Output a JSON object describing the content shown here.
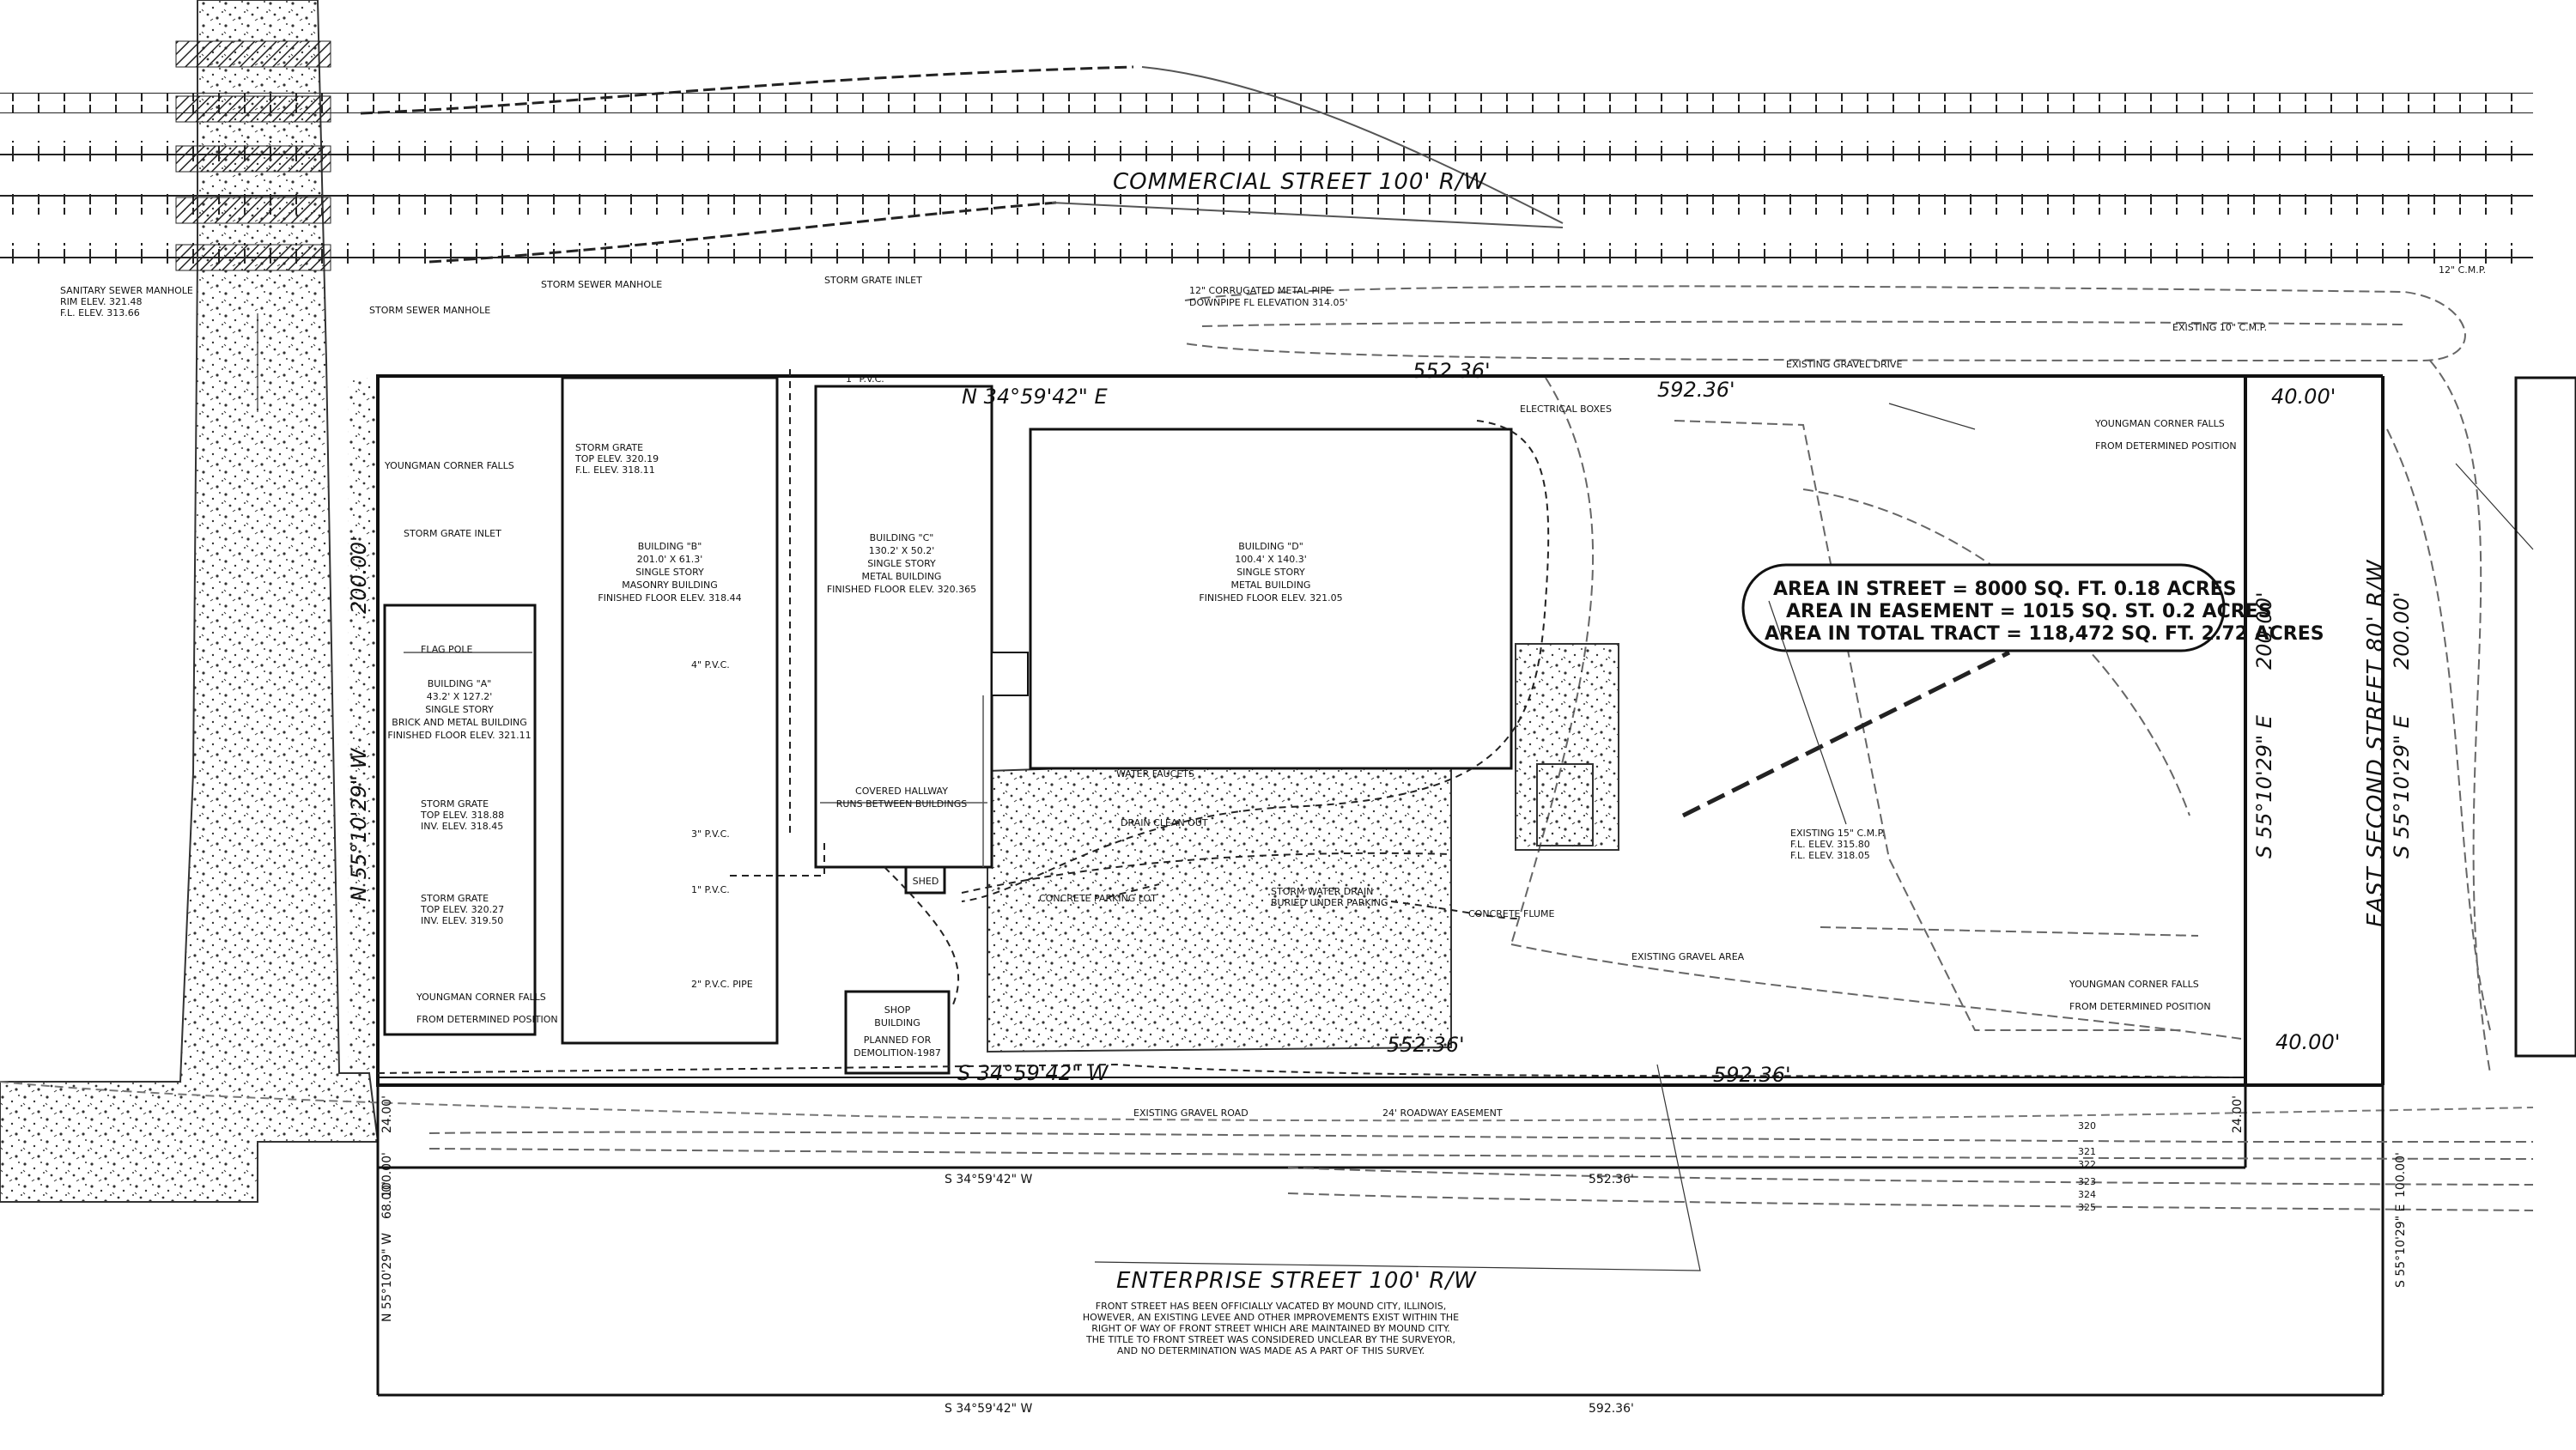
{
  "streets": {
    "commercial": "COMMERCIAL STREET  100'  R/W",
    "enterprise": "ENTERPRISE STREET  100'  R/W",
    "east_second": "EAST SECOND STREET  80'  R/W"
  },
  "bearings": {
    "north_top": "N 34°59'42\" E",
    "north_dist_inner": "552.36'",
    "north_dist_outer": "592.36'",
    "south_main": "S 34°59'42\" W",
    "south_dist_inner": "552.36'",
    "south_dist_outer": "592.36'",
    "west_side": "N 55°10'29\" W",
    "west_dist": "200.00'",
    "east_inner": "S 55°10'29\" E",
    "east_inner_dist": "200.00'",
    "east_outer": "S 55°10'29\" E",
    "east_outer_dist": "200.00'",
    "east_ne_width": "40.00'",
    "east_se_width": "40.00'",
    "lower_bearing": "S 34°59'42\" W",
    "lower_dist": "552.36'",
    "bottom_bearing": "S 34°59'42\" W",
    "bottom_dist": "592.36'",
    "left_lower_bearing": "N 55°10'29\" W",
    "left_lower_dist": "68.00'",
    "right_lower_bearing": "S 55°10'29\" E",
    "dim_24_left": "24.00'",
    "dim_24_right": "24.00'",
    "dim_100_left": "100.00'",
    "dim_100_right": "100.00'"
  },
  "area_box": {
    "line1": "AREA IN STREET = 8000 SQ. FT.  0.18 ACRES",
    "line2": "AREA IN EASEMENT = 1015 SQ. ST. 0.2 ACRES",
    "line3": "AREA IN TOTAL TRACT = 118,472 SQ. FT. 2.72 ACRES"
  },
  "buildings": {
    "a": [
      "BUILDING \"A\"",
      "43.2' X 127.2'",
      "SINGLE STORY",
      "BRICK AND METAL BUILDING",
      "FINISHED FLOOR ELEV. 321.11"
    ],
    "b": [
      "BUILDING \"B\"",
      "201.0' X 61.3'",
      "SINGLE STORY",
      "MASONRY BUILDING",
      "FINISHED FLOOR ELEV. 318.44"
    ],
    "c": [
      "BUILDING \"C\"",
      "130.2' X 50.2'",
      "SINGLE STORY",
      "METAL BUILDING",
      "FINISHED FLOOR ELEV. 320.365"
    ],
    "d": [
      "BUILDING \"D\"",
      "100.4' X 140.3'",
      "SINGLE STORY",
      "METAL BUILDING",
      "FINISHED FLOOR ELEV. 321.05"
    ],
    "shop": [
      "SHOP",
      "BUILDING",
      "PLANNED FOR",
      "DEMOLITION-1987"
    ],
    "shed": "SHED"
  },
  "labels": {
    "covered_hallway": "COVERED HALLWAY",
    "hallway_sub": "RUNS BETWEEN BUILDINGS",
    "flag_pole": "FLAG POLE",
    "storm_grate_1": "STORM GRATE",
    "storm_grate_1_top": "TOP ELEV. 318.88",
    "storm_grate_1_inv": "INV. ELEV. 318.45",
    "storm_grate_2": "STORM GRATE",
    "storm_grate_2_top": "TOP ELEV. 320.27",
    "storm_grate_2_inv": "INV. ELEV. 319.50",
    "storm_grate_b": "STORM GRATE",
    "storm_grate_b_top": "TOP ELEV. 320.19",
    "storm_grate_b_fl": "F.L. ELEV. 318.11",
    "storm_grate_inlet": "STORM GRATE INLET",
    "sanitary_manhole": "SANITARY SEWER MANHOLE",
    "sanitary_rim": "RIM ELEV. 321.48",
    "sanitary_fl": "F.L. ELEV. 313.66",
    "storm_manhole": "STORM SEWER MANHOLE",
    "storm_manhole_2": "STORM SEWER MANHOLE",
    "storm_inlet_top": "STORM GRATE INLET",
    "cmp_pipe": "12\" CORRUGATED METAL PIPE",
    "cmp_flow": "DOWNPIPE FL ELEVATION 314.05'",
    "existing_cmp_right": "EXISTING 10\" C.M.P.",
    "existing_gravel_drive": "EXISTING GRAVEL DRIVE",
    "existing_gravel_area": "EXISTING GRAVEL AREA",
    "existing_gravel_road": "EXISTING GRAVEL ROAD",
    "roadway_easement": "24' ROADWAY EASEMENT",
    "electrical_boxes": "ELECTRICAL BOXES",
    "water_faucets": "WATER FAUCETS",
    "storm_water_drain": "STORM WATER DRAIN",
    "buried_under_parking": "BURIED UNDER PARKING",
    "concrete_parking": "CONCRETE PARKING LOT",
    "concrete_flume": "CONCRETE FLUME",
    "drain_clean_out": "DRAIN CLEAN OUT",
    "pvc_4": "4\" P.V.C.",
    "pvc_3": "3\" P.V.C.",
    "pvc_1": "1\" P.V.C.",
    "pvc_2": "2\" P.V.C. PIPE",
    "pvc_1_top": "1\" P.V.C.",
    "existing_cmp_15": "EXISTING 15\" C.M.P.",
    "existing_cmp_15_a": "F.L. ELEV. 315.80",
    "existing_cmp_15_b": "F.L. ELEV. 318.05",
    "corner_nw": "YOUNGMAN CORNER FALLS",
    "corner_ne": "YOUNGMAN CORNER FALLS",
    "corner_ne_sub": "FROM DETERMINED POSITION",
    "corner_sw": "YOUNGMAN CORNER FALLS",
    "corner_sw_sub": "FROM DETERMINED POSITION",
    "corner_se": "YOUNGMAN CORNER FALLS",
    "corner_se_sub": "FROM DETERMINED POSITION",
    "cmp_top_right": "12\" C.M.P.",
    "contour_320": "320",
    "contour_321": "321",
    "contour_322": "322",
    "contour_323": "323",
    "contour_324": "324",
    "contour_325": "325"
  },
  "note": [
    "FRONT STREET HAS BEEN OFFICIALLY VACATED BY MOUND CITY, ILLINOIS,",
    "HOWEVER, AN EXISTING LEVEE AND OTHER IMPROVEMENTS EXIST WITHIN THE",
    "RIGHT OF WAY OF FRONT STREET WHICH ARE MAINTAINED BY MOUND CITY.",
    "THE TITLE TO FRONT STREET WAS CONSIDERED UNCLEAR BY THE SURVEYOR,",
    "AND NO DETERMINATION WAS MADE AS A PART OF THIS SURVEY."
  ]
}
